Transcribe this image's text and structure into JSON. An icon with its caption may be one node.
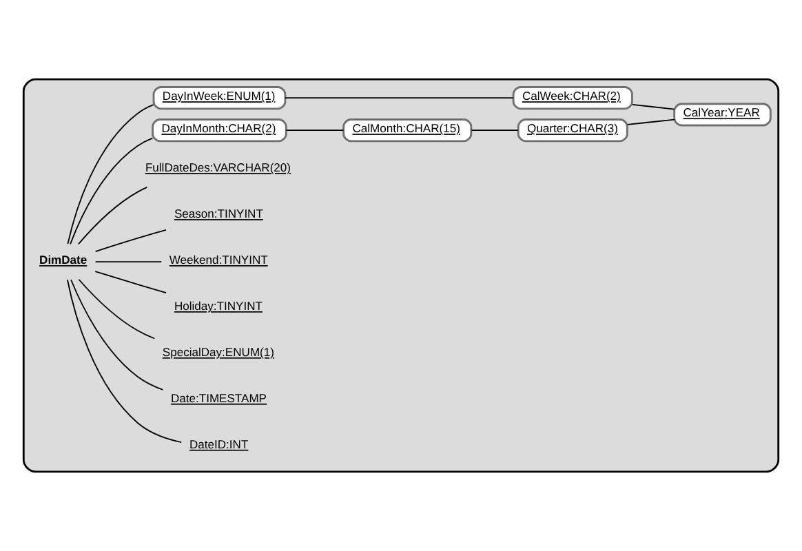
{
  "diagram": {
    "nodes": [
      {
        "text": [],
        "shape": "box"
      },
      {
        "text": [
          "DimDate"
        ],
        "in": 0
      },
      {
        "text": [
          "DateID:INT"
        ],
        "in": 0
      },
      {
        "text": [
          "Date:TIMESTAMP"
        ],
        "in": 0
      },
      {
        "text": [
          "SpecialDay:ENUM(1)"
        ],
        "in": 0
      },
      {
        "text": [
          "Holiday:TINYINT"
        ],
        "in": 0
      },
      {
        "text": [
          "Weekend:TINYINT"
        ],
        "in": 0
      },
      {
        "text": [
          "Season:TINYINT"
        ],
        "in": 0
      },
      {
        "text": [
          "FullDateDes:VARCHAR(20)"
        ],
        "in": 0
      },
      {
        "text": [
          "DayInMonth:CHAR(2)"
        ],
        "in": 0
      },
      {
        "text": [
          "DayInWeek:ENUM(1)"
        ],
        "in": 0
      },
      {
        "text": [
          "CalMonth:CHAR(15)"
        ],
        "in": 0
      },
      {
        "text": [
          "CalWeek:CHAR(2)"
        ],
        "in": 0
      },
      {
        "text": [
          "Quarter:CHAR(3)"
        ],
        "in": 0
      },
      {
        "text": [
          "CalYear:YEAR"
        ],
        "in": 0
      }
    ],
    "edges": [
      {
        "from": 1,
        "to": 2,
        "arrow": "none"
      },
      {
        "from": 1,
        "to": 3,
        "arrow": "none"
      },
      {
        "from": 1,
        "to": 4,
        "arrow": "none"
      },
      {
        "from": 1,
        "to": 5,
        "arrow": "none"
      },
      {
        "from": 1,
        "to": 6,
        "arrow": "none"
      },
      {
        "from": 1,
        "to": 7,
        "arrow": "none"
      },
      {
        "from": 1,
        "to": 8,
        "arrow": "none"
      },
      {
        "from": 1,
        "to": 9,
        "arrow": "none"
      },
      {
        "from": 1,
        "to": 10,
        "arrow": "none"
      },
      {
        "from": 9,
        "to": 11,
        "arrow": "none"
      },
      {
        "from": 10,
        "to": 12,
        "arrow": "none"
      },
      {
        "from": 11,
        "to": 13,
        "arrow": "none"
      },
      {
        "from": 13,
        "to": 14,
        "arrow": "none"
      },
      {
        "from": 12,
        "to": 14,
        "arrow": "none"
      }
    ]
  }
}
